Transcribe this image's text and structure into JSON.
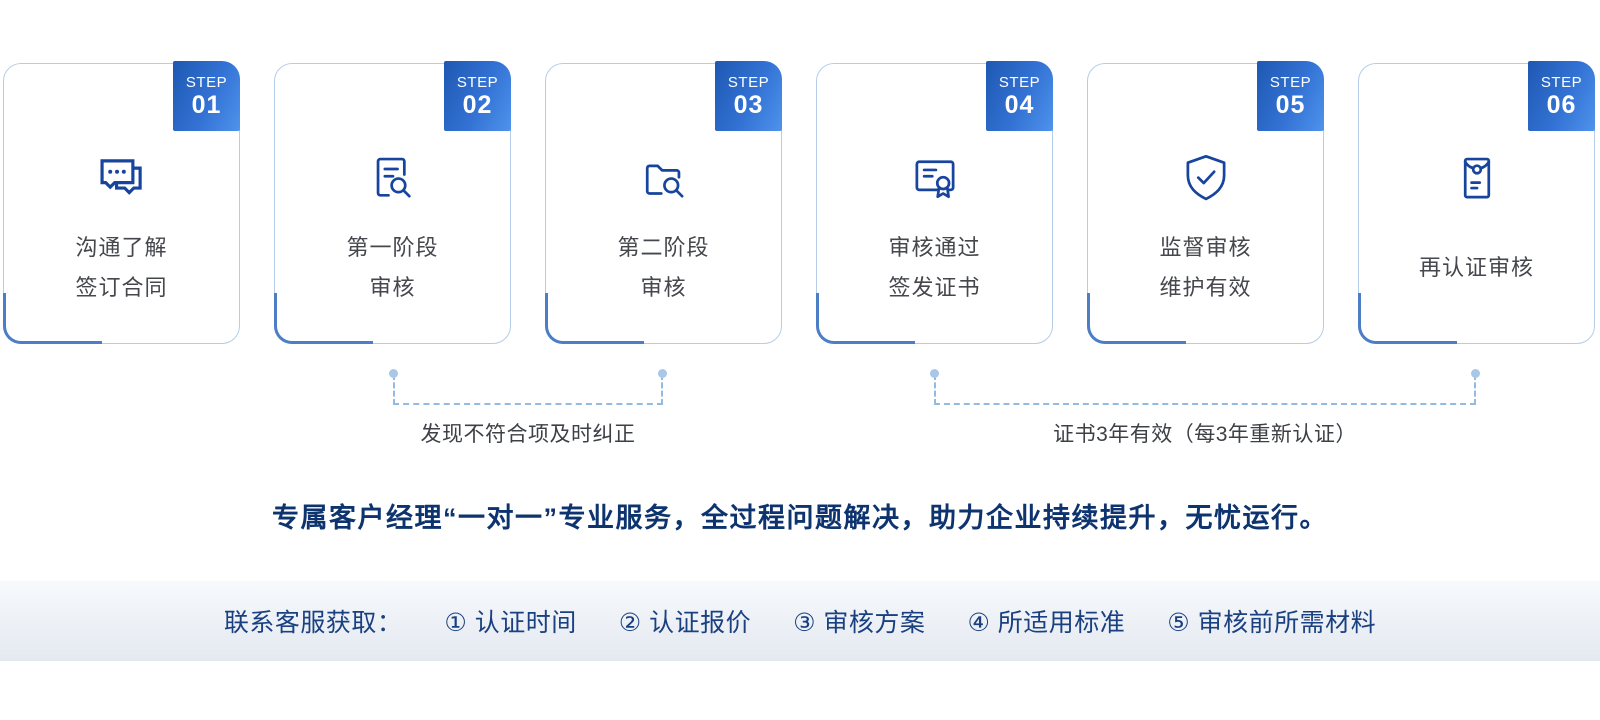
{
  "badge_prefix": "STEP",
  "steps": [
    {
      "number": "01",
      "icon": "chat-bubbles-icon",
      "lines": [
        "沟通了解",
        "签订合同"
      ]
    },
    {
      "number": "02",
      "icon": "document-search-icon",
      "lines": [
        "第一阶段",
        "审核"
      ]
    },
    {
      "number": "03",
      "icon": "folder-search-icon",
      "lines": [
        "第二阶段",
        "审核"
      ]
    },
    {
      "number": "04",
      "icon": "certificate-icon",
      "lines": [
        "审核通过",
        "签发证书"
      ]
    },
    {
      "number": "05",
      "icon": "shield-check-icon",
      "lines": [
        "监督审核",
        "维护有效"
      ]
    },
    {
      "number": "06",
      "icon": "envelope-icon",
      "lines": [
        "再认证审核"
      ]
    }
  ],
  "connectors": [
    {
      "label": "发现不符合项及时纠正",
      "from_step": "02",
      "to_step": "03"
    },
    {
      "label": "证书3年有效（每3年重新认证）",
      "from_step": "04",
      "to_step": "06"
    }
  ],
  "headline": "专属客户经理“一对一”专业服务，全过程问题解决，助力企业持续提升，无忧运行。",
  "footer": {
    "label": "联系客服获取：",
    "items": [
      "① 认证时间",
      "② 认证报价",
      "③ 审核方案",
      "④ 所适用标准",
      "⑤ 审核前所需材料"
    ]
  },
  "colors": {
    "badge_gradient_start": "#1e58b2",
    "badge_gradient_end": "#4e93ec",
    "card_border": "#b5cde9",
    "corner_accent": "#4b7ec5",
    "icon_stroke": "#17449c",
    "step_label_text": "#45474d",
    "connector_line": "#92bae2",
    "connector_dot": "#a9c7e9",
    "connector_text": "#3d4045",
    "headline_text": "#0e346f",
    "footer_text": "#1a4080",
    "footer_background": "#e4e9f0",
    "page_background": "#ffffff"
  }
}
